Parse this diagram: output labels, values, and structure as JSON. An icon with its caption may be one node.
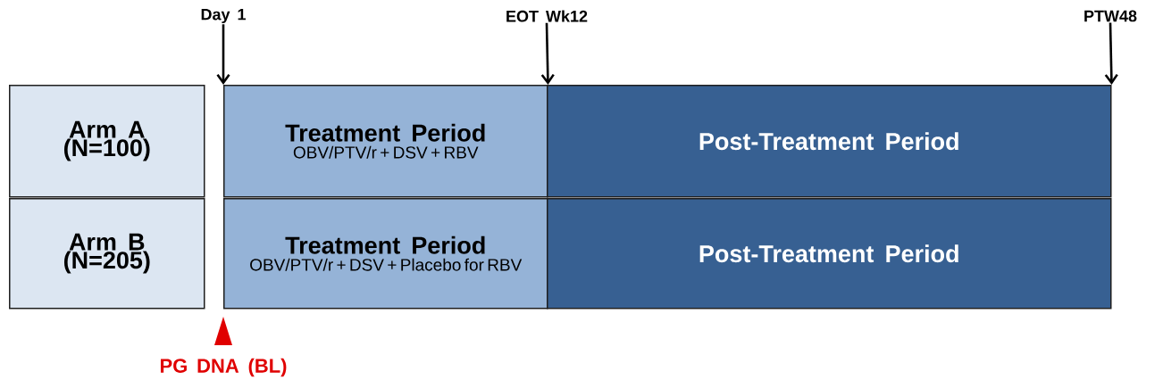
{
  "diagram": {
    "nodes": [
      {
        "text": [
          "Arm A (N=100)"
        ]
      },
      {
        "text": [
          "Arm B (N=205)"
        ]
      },
      {
        "text": [
          "Treatment Period",
          "OBV/PTV/r + DSV + RBV"
        ]
      },
      {
        "text": [
          "Post-Treatment Period"
        ]
      },
      {
        "text": [
          "Treatment Period",
          "OBV/PTV/r + DSV + Placebo for RBV"
        ]
      },
      {
        "text": [
          "Post-Treatment Period"
        ]
      },
      {
        "text": [
          "Day 1"
        ]
      },
      {
        "text": [
          "EOT Wk12"
        ]
      },
      {
        "text": [
          "PTW48"
        ]
      }
    ],
    "edges": [
      {
        "from": 6,
        "to": 2,
        "arrow": "to"
      },
      {
        "from": 7,
        "to": 2,
        "arrow": "to"
      },
      {
        "from": 8,
        "to": 3,
        "arrow": "to"
      }
    ],
    "labels": [
      "PG DNA (BL)"
    ]
  }
}
